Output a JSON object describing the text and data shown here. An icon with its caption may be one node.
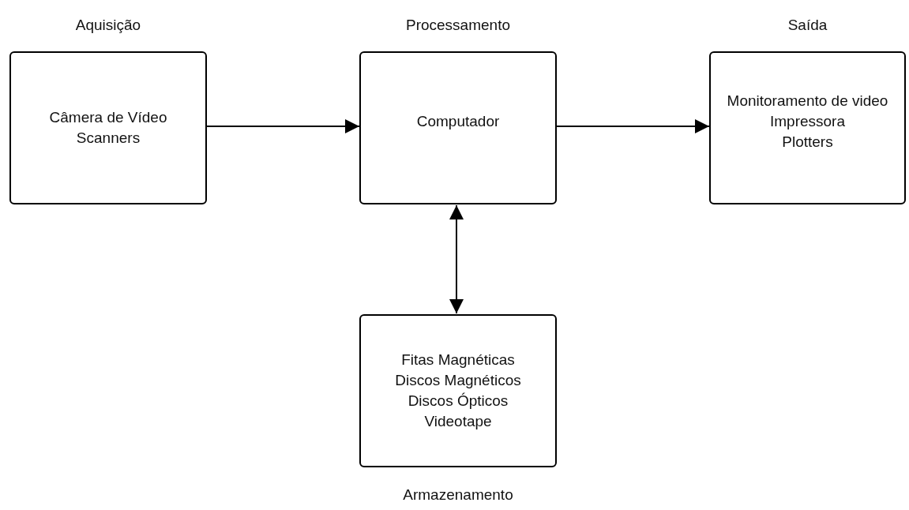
{
  "diagram": {
    "nodes": [
      {
        "text": [
          "Aquisição",
          "Câmera de Vídeo",
          "Scanners"
        ]
      },
      {
        "text": [
          "Processamento",
          "Computador"
        ]
      },
      {
        "text": [
          "Saída",
          "Monitoramento de video",
          "Impressora",
          "Plotters"
        ]
      },
      {
        "text": [
          "Fitas Magnéticas",
          "Discos Magnéticos",
          "Discos Ópticos",
          "Videotape",
          "Armazenamento"
        ]
      }
    ],
    "edges": [
      {
        "from": 0,
        "to": 1,
        "arrow": "to"
      },
      {
        "from": 1,
        "to": 2,
        "arrow": "to"
      },
      {
        "from": 1,
        "to": 3,
        "arrow": "both"
      }
    ]
  }
}
